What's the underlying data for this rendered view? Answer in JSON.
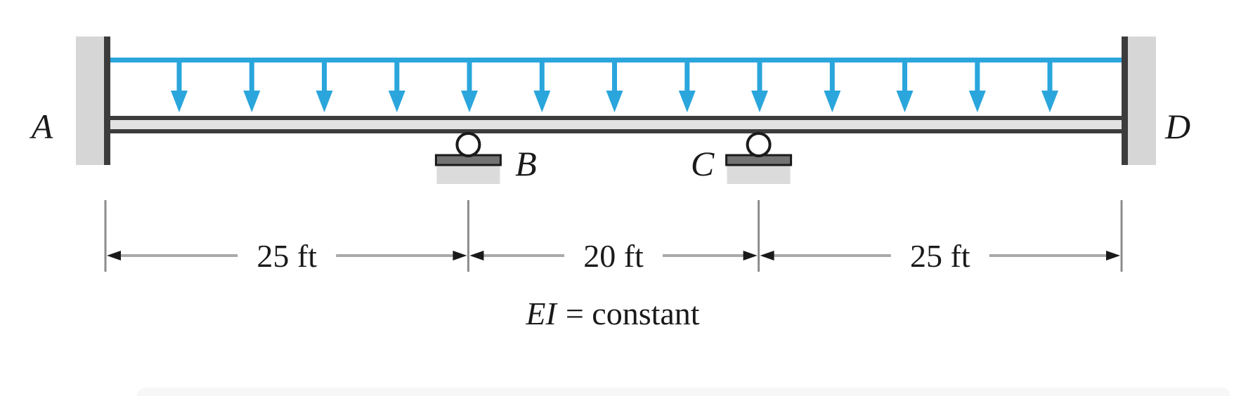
{
  "diagram": {
    "type": "fixed-end continuous beam with uniform distributed load",
    "end_labels": {
      "left": "A",
      "right": "D"
    },
    "interior_supports": [
      {
        "label": "B",
        "type": "roller",
        "position_ft": 25,
        "label_side": "right"
      },
      {
        "label": "C",
        "type": "roller",
        "position_ft": 45,
        "label_side": "left"
      }
    ],
    "spans": [
      {
        "from": "A",
        "to": "B",
        "label": "25 ft",
        "length_ft": 25
      },
      {
        "from": "B",
        "to": "C",
        "label": "20 ft",
        "length_ft": 20
      },
      {
        "from": "C",
        "to": "D",
        "label": "25 ft",
        "length_ft": 25
      }
    ],
    "total_length_ft": 70,
    "note": {
      "italic": "EI",
      "rest": "= constant"
    },
    "load": {
      "kind": "uniform-distributed",
      "arrow_count": 13,
      "color": "#2aa6dc"
    },
    "colors": {
      "load_blue": "#2aa6dc",
      "steel_dark": "#3c3c3c",
      "beam_fill": "#e2e2e2",
      "wall_gray": "#d6d6d6",
      "plate_gray": "#737373",
      "block_gray": "#dbdbdb",
      "dim_line": "#a9a9a9",
      "tick_gray": "#8c8c8c",
      "ink": "#1a1a1a",
      "footer_bar": "#f7f7f7"
    }
  }
}
